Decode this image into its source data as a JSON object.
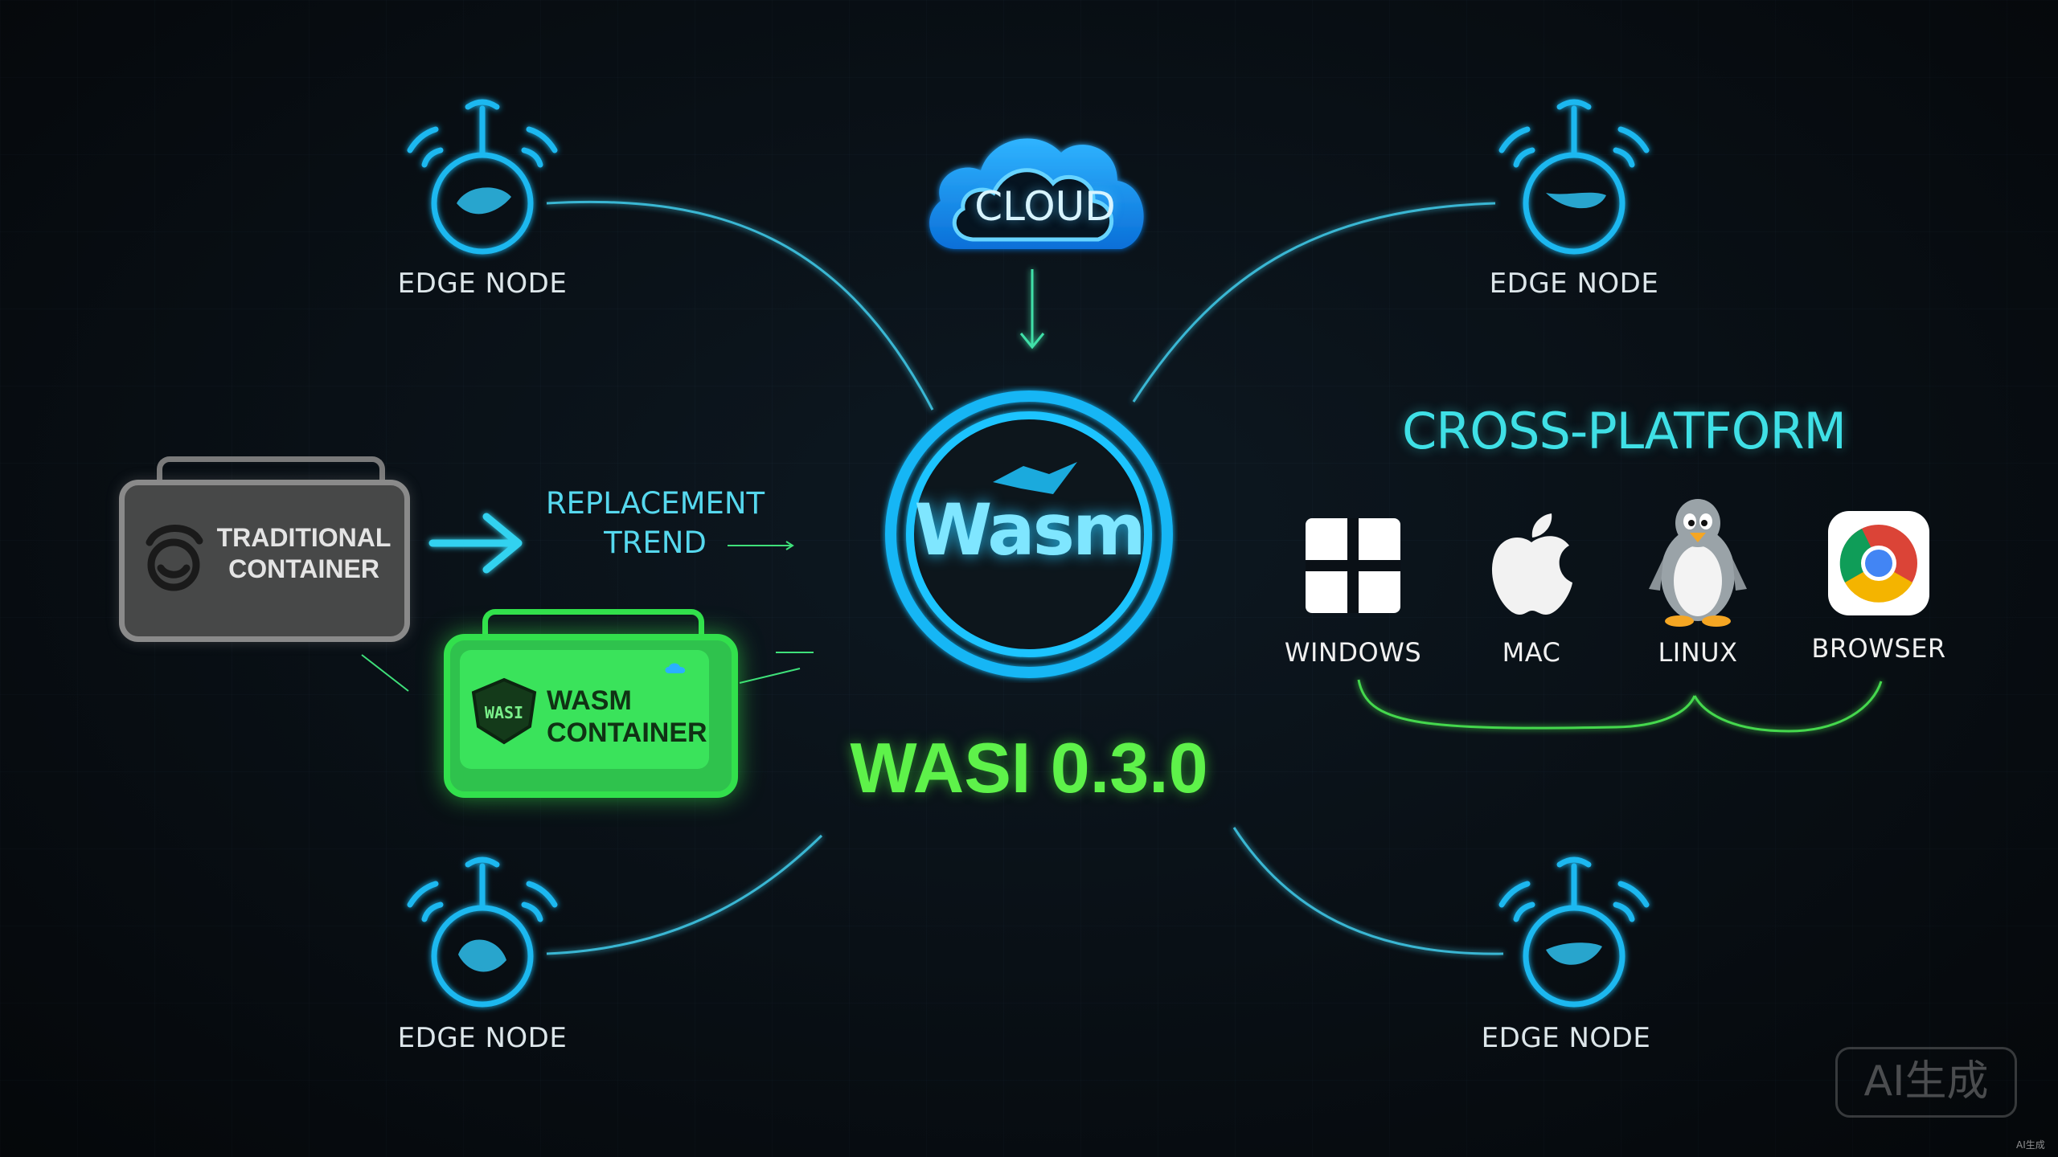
{
  "edge_nodes": [
    {
      "label": "EDGE NODE"
    },
    {
      "label": "EDGE NODE"
    },
    {
      "label": "EDGE NODE"
    },
    {
      "label": "EDGE NODE"
    }
  ],
  "cloud": {
    "label": "CLOUD"
  },
  "core": {
    "logo_text": "Wasm",
    "version": "WASI 0.3.0"
  },
  "traditional_container": {
    "line1": "TRADITIONAL",
    "line2": "CONTAINER"
  },
  "replacement": {
    "line1": "REPLACEMENT",
    "line2": "TREND"
  },
  "wasm_container": {
    "line1": "WASM",
    "line2": "CONTAINER",
    "badge": "WASI"
  },
  "cross_platform": {
    "title": "CROSS-PLATFORM",
    "platforms": [
      {
        "label": "WINDOWS",
        "icon": "windows-icon"
      },
      {
        "label": "MAC",
        "icon": "apple-icon"
      },
      {
        "label": "LINUX",
        "icon": "tux-icon"
      },
      {
        "label": "BROWSER",
        "icon": "chrome-icon"
      }
    ]
  },
  "watermark": {
    "text": "AI生成",
    "small_text": "AI生成"
  },
  "colors": {
    "background": "#0a1016",
    "neon_blue": "#1fb8f0",
    "neon_cyan": "#3fe0e6",
    "neon_green": "#5ef24a",
    "container_gray": "#474848"
  }
}
